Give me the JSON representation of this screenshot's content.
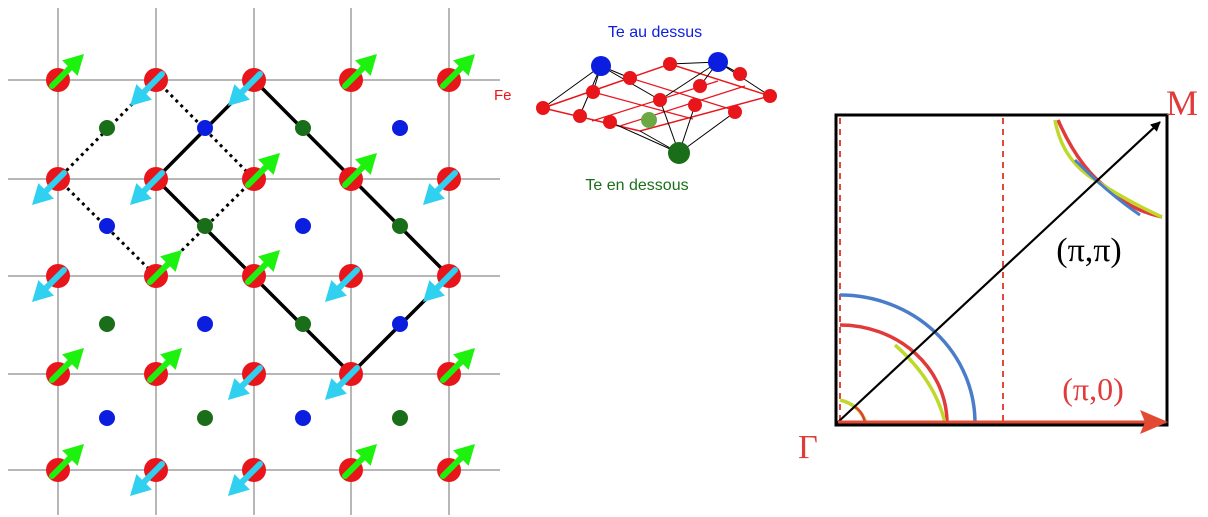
{
  "colors": {
    "fe": "#e8151b",
    "te_above": "#0b1ee0",
    "te_below": "#1a6e1a",
    "spin_up": "#1cf20e",
    "spin_down": "#2fd0f0",
    "grid": "#b7b7b7",
    "band_blue": "#4a7dc9",
    "band_red": "#e03a3a",
    "band_yellow": "#c0d82c",
    "zone_edge": "#000000",
    "dashed": "#e04a3a",
    "axis_arrow": "#e34a33"
  },
  "lattice": {
    "pattern": "double-stripe magnetic order of Fe spins with Te atoms above and below",
    "te_above_icon": "blue-dot",
    "te_below_icon": "green-dot"
  },
  "inset": {
    "te_above_label": "Te au dessus",
    "fe_label": "Fe",
    "te_below_label": "Te en dessous"
  },
  "zone": {
    "corner_label": "M",
    "origin_label": "Γ",
    "diagonal_label": "(π,π)",
    "axis_label": "(π,0)"
  }
}
